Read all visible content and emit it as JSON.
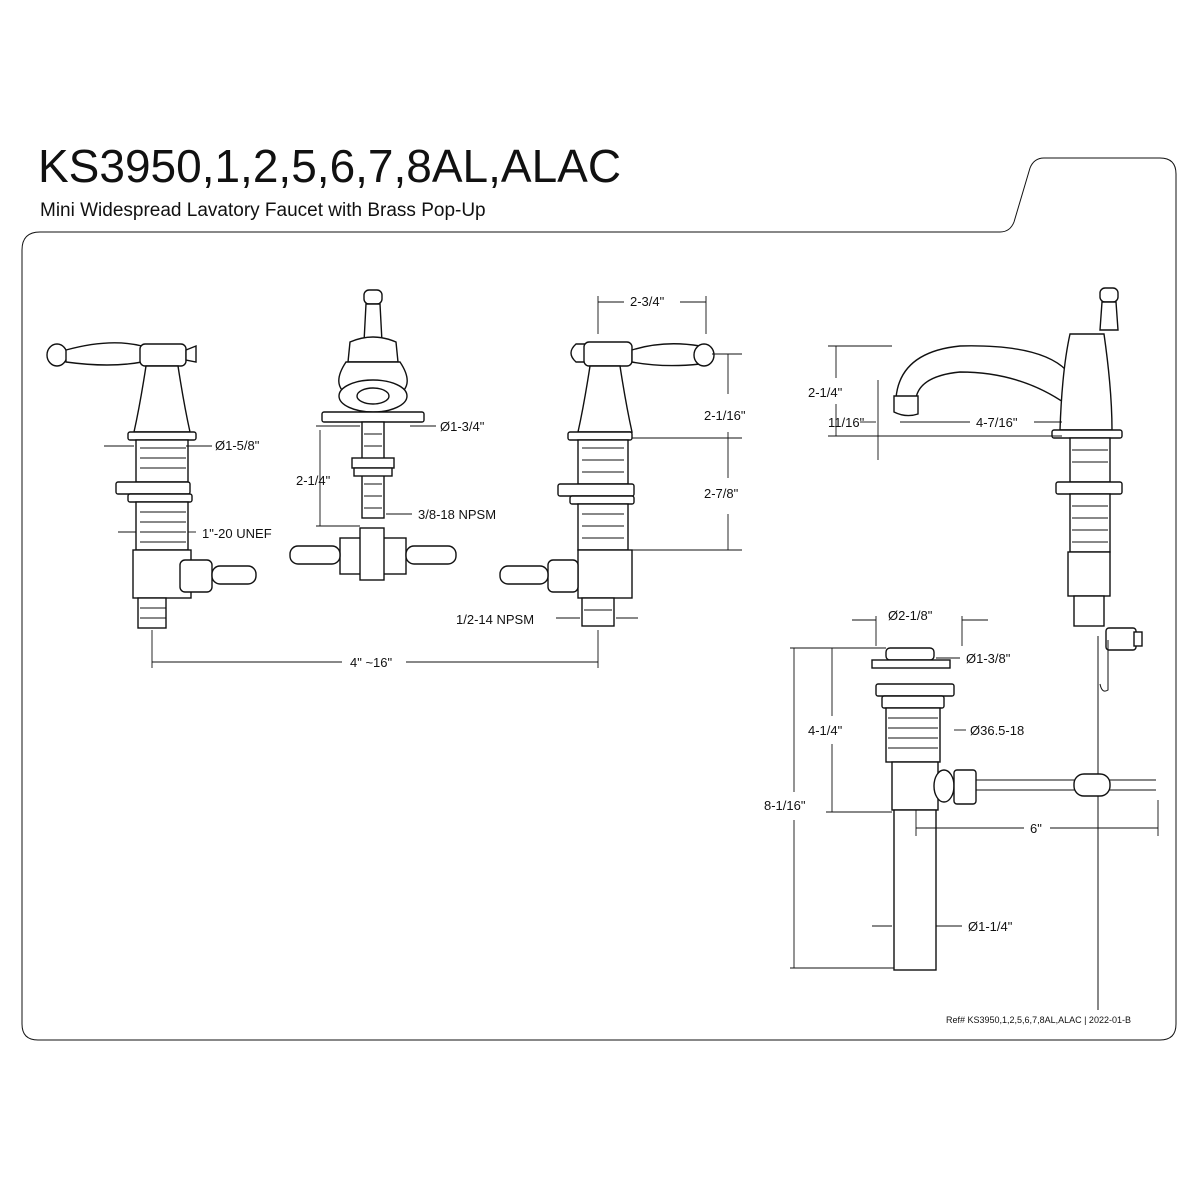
{
  "header": {
    "model": "KS3950,1,2,5,6,7,8AL,ALAC",
    "description": "Mini Widespread Lavatory Faucet with Brass Pop-Up"
  },
  "dimensions": {
    "handle_diameter": "Ø1-5/8\"",
    "handle_thread": "1\"-20 UNEF",
    "spread": "4\" ~16\"",
    "spout_base_diameter": "Ø1-3/4\"",
    "spout_shank_length": "2-1/4\"",
    "spout_thread": "3/8-18 NPSM",
    "handle_width": "2-3/4\"",
    "handle_height": "2-1/16\"",
    "handle_shank": "2-7/8\"",
    "inlet_thread": "1/2-14 NPSM",
    "spout_height": "2-1/4\"",
    "aerator_offset": "11/16\"",
    "spout_reach": "4-7/16\"",
    "drain_flange_diameter": "Ø2-1/8\"",
    "drain_top_diameter": "Ø1-3/8\"",
    "drain_thread": "Ø36.5-18",
    "drain_body_length": "4-1/4\"",
    "drain_total_length": "8-1/16\"",
    "lift_rod_length": "6\"",
    "tailpiece_diameter": "Ø1-1/4\""
  },
  "footer": {
    "reference": "Ref# KS3950,1,2,5,6,7,8AL,ALAC | 2022-01-B"
  }
}
